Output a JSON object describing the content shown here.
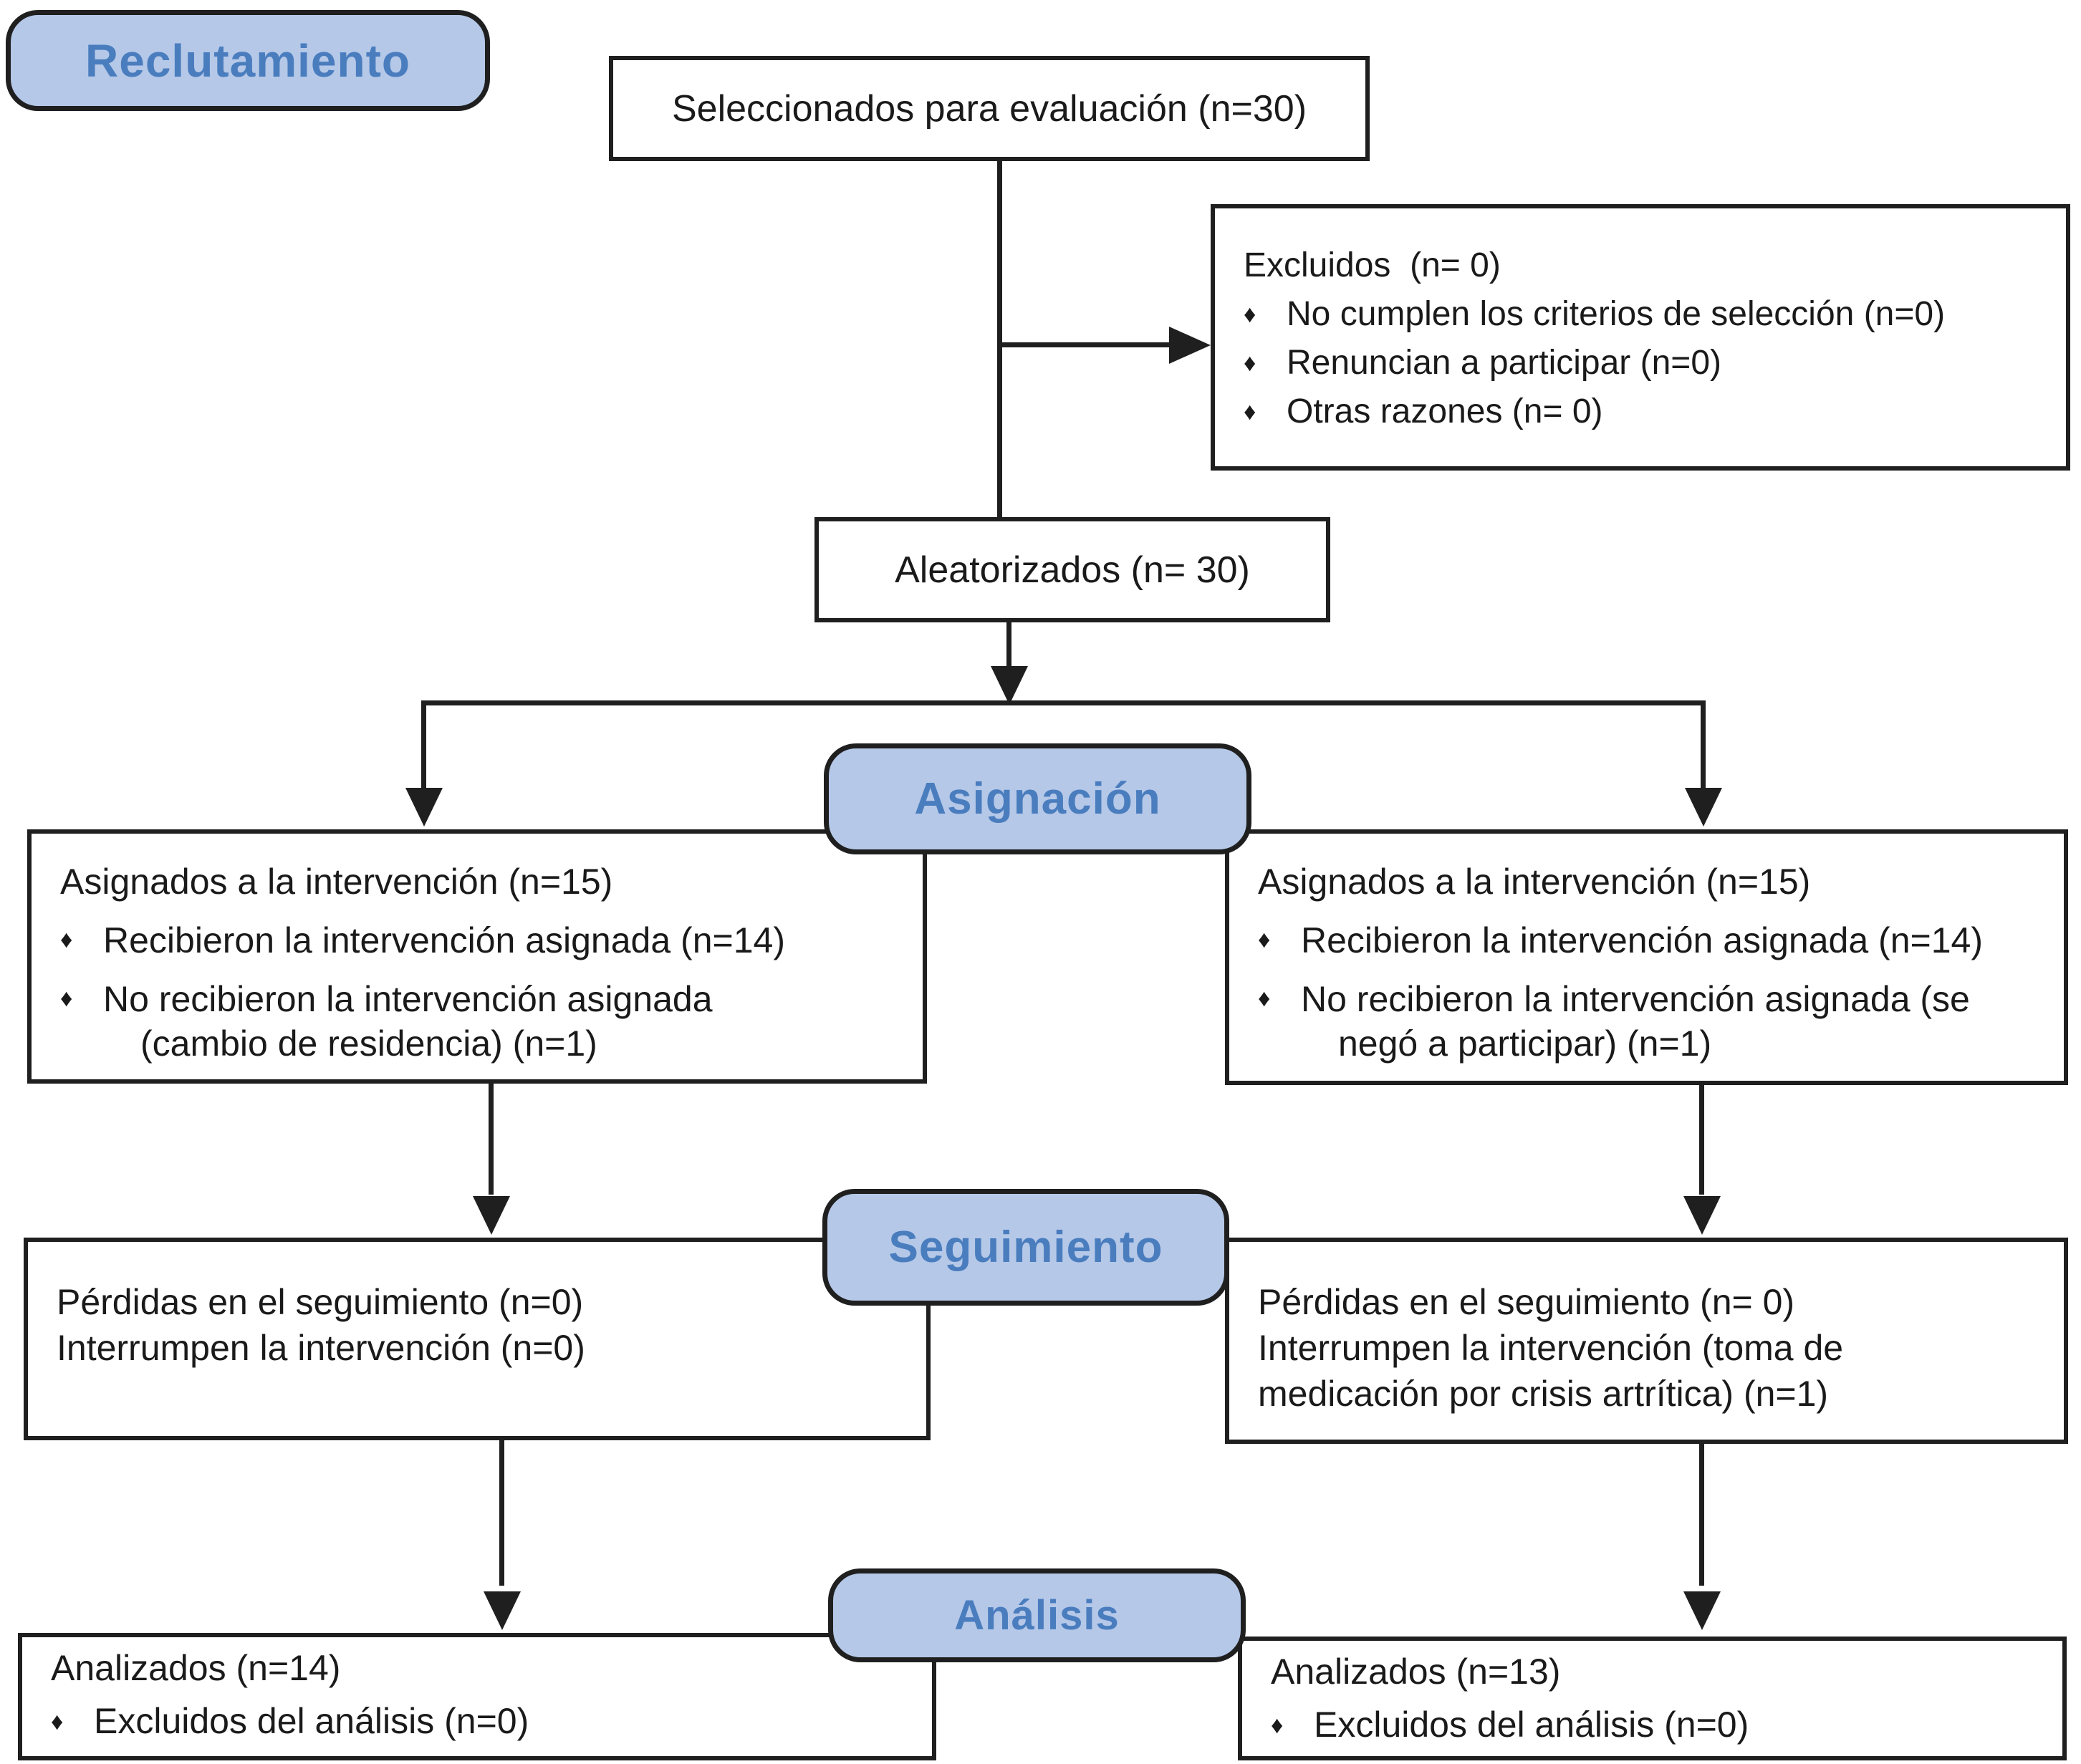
{
  "palette": {
    "badge_fill": "#b5c8e8",
    "badge_text": "#4a7dbe",
    "line_color": "#1f1f1f",
    "box_background": "#ffffff"
  },
  "glyphs": {
    "bullet": "♦"
  },
  "badges": {
    "recruitment": "Reclutamiento",
    "allocation": "Asignación",
    "followup": "Seguimiento",
    "analysis": "Análisis"
  },
  "boxes": {
    "selected": {
      "text": "Seleccionados para evaluación (n=30)"
    },
    "excluded": {
      "title": "Excluidos  (n= 0)",
      "bullets": [
        "No cumplen los criterios de selección (n=0)",
        "Renuncian a participar (n=0)",
        "Otras razones (n= 0)"
      ]
    },
    "randomized": {
      "text": "Aleatorizados (n= 30)"
    },
    "allocated_left": {
      "title": "Asignados a la intervención (n=15)",
      "bullet1": "Recibieron la intervención asignada (n=14)",
      "bullet2_line1": "No recibieron la intervención asignada",
      "bullet2_line2": "(cambio de residencia) (n=1)"
    },
    "allocated_right": {
      "title": "Asignados a la intervención (n=15)",
      "bullet1": "Recibieron la intervención asignada (n=14)",
      "bullet2_line1": "No recibieron la intervención asignada (se",
      "bullet2_line2": "negó a participar) (n=1)"
    },
    "followup_left": {
      "line1": "Pérdidas en el seguimiento (n=0)",
      "line2": "Interrumpen la intervención (n=0)"
    },
    "followup_right": {
      "line1": "Pérdidas en el seguimiento (n= 0)",
      "line2": "Interrumpen la intervención (toma de",
      "line3": "medicación por crisis artrítica) (n=1)"
    },
    "analyzed_left": {
      "title": "Analizados (n=14)",
      "bullet1": "Excluidos del análisis (n=0)"
    },
    "analyzed_right": {
      "title": "Analizados (n=13)",
      "bullet1": "Excluidos del análisis (n=0)"
    }
  }
}
